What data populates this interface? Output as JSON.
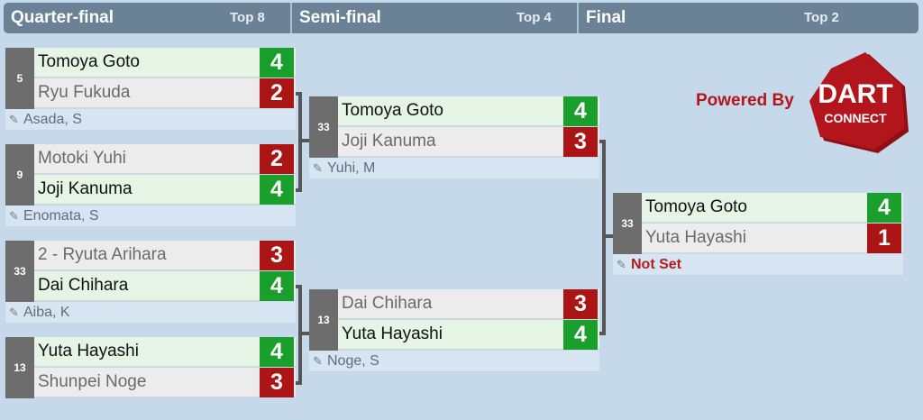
{
  "header": {
    "columns": [
      {
        "title": "Quarter-final",
        "sub": "Top 8"
      },
      {
        "title": "Semi-final",
        "sub": "Top 4"
      },
      {
        "title": "Final",
        "sub": "Top 2"
      }
    ]
  },
  "quarter_finals": [
    {
      "seed": "5",
      "p1": {
        "name": "Tomoya Goto",
        "score": "4",
        "result": "win"
      },
      "p2": {
        "name": "Ryu Fukuda",
        "score": "2",
        "result": "lose"
      },
      "referee": "Asada, S"
    },
    {
      "seed": "9",
      "p1": {
        "name": "Motoki Yuhi",
        "score": "2",
        "result": "lose"
      },
      "p2": {
        "name": "Joji Kanuma",
        "score": "4",
        "result": "win"
      },
      "referee": "Enomata, S"
    },
    {
      "seed": "33",
      "p1": {
        "name": "2 - Ryuta Arihara",
        "score": "3",
        "result": "lose"
      },
      "p2": {
        "name": "Dai Chihara",
        "score": "4",
        "result": "win"
      },
      "referee": "Aiba, K"
    },
    {
      "seed": "13",
      "p1": {
        "name": "Yuta Hayashi",
        "score": "4",
        "result": "win"
      },
      "p2": {
        "name": "Shunpei Noge",
        "score": "3",
        "result": "lose"
      },
      "referee": ""
    }
  ],
  "semi_finals": [
    {
      "seed": "33",
      "p1": {
        "name": "Tomoya Goto",
        "score": "4",
        "result": "win"
      },
      "p2": {
        "name": "Joji Kanuma",
        "score": "3",
        "result": "lose"
      },
      "referee": "Yuhi, M"
    },
    {
      "seed": "13",
      "p1": {
        "name": "Dai Chihara",
        "score": "3",
        "result": "lose"
      },
      "p2": {
        "name": "Yuta Hayashi",
        "score": "4",
        "result": "win"
      },
      "referee": "Noge, S"
    }
  ],
  "final": {
    "seed": "33",
    "p1": {
      "name": "Tomoya Goto",
      "score": "4",
      "result": "win"
    },
    "p2": {
      "name": "Yuta Hayashi",
      "score": "1",
      "result": "lose"
    },
    "referee": "Not Set"
  },
  "branding": {
    "powered_by": "Powered By",
    "logo_line1": "DART",
    "logo_line2": "CONNECT",
    "logo_color": "#b3151c"
  },
  "colors": {
    "win_score": "#1a9e2c",
    "lose_score": "#ac1515",
    "win_row": "#e5f4e4",
    "lose_row": "#ececec",
    "seed_box": "#6d6d6d",
    "header_bar": "#6b8196",
    "background": "#c6d9ea"
  },
  "icons": {
    "edit": "pencil-icon"
  }
}
